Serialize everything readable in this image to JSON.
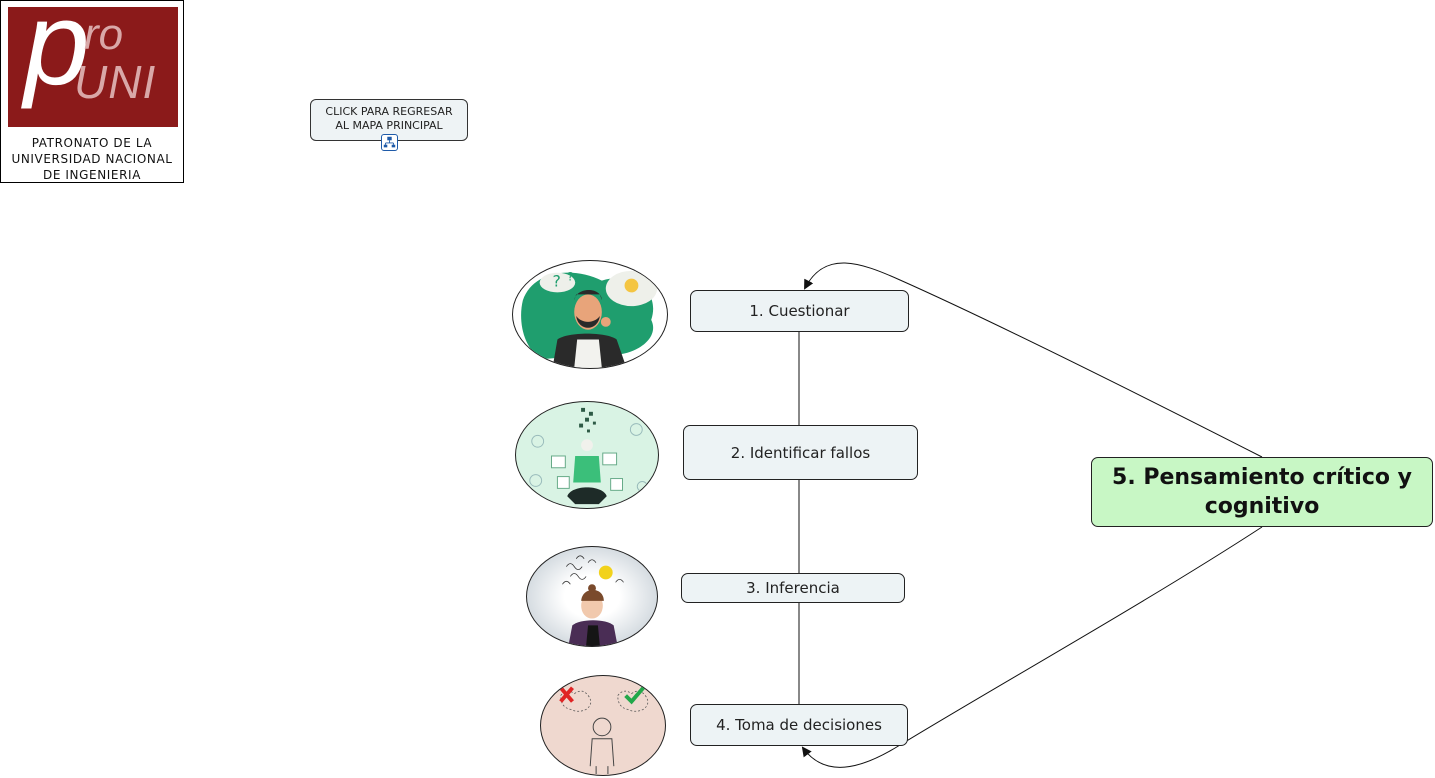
{
  "logo": {
    "brand_p": "p",
    "brand_ro": "ro",
    "brand_uni": "UNI",
    "lines": [
      "PATRONATO DE LA",
      "UNIVERSIDAD NACIONAL",
      "DE INGENIERIA"
    ],
    "colors": {
      "red": "#8b1a1a",
      "accent": "#d9a8a8"
    }
  },
  "back_button": {
    "line1": "CLICK PARA REGRESAR",
    "line2": "AL MAPA PRINCIPAL",
    "icon": "sitemap-icon"
  },
  "nodes": [
    {
      "id": "n1",
      "label": "1. Cuestionar"
    },
    {
      "id": "n2",
      "label": "2. Identificar fallos"
    },
    {
      "id": "n3",
      "label": "3. Inferencia"
    },
    {
      "id": "n4",
      "label": "4. Toma de decisiones"
    }
  ],
  "main_node": {
    "line1": "5. Pensamiento crítico y",
    "line2": "cognitivo",
    "color": "#c8f7c5"
  },
  "images": [
    {
      "id": "img1",
      "description": "man-thinking-question-marks-lightbulb"
    },
    {
      "id": "img2",
      "description": "person-identifying-ideas"
    },
    {
      "id": "img3",
      "description": "woman-lightbulb-inference"
    },
    {
      "id": "img4",
      "description": "man-decision-cross-check"
    }
  ],
  "colors": {
    "node_fill": "#edf3f5",
    "line": "#111111"
  }
}
